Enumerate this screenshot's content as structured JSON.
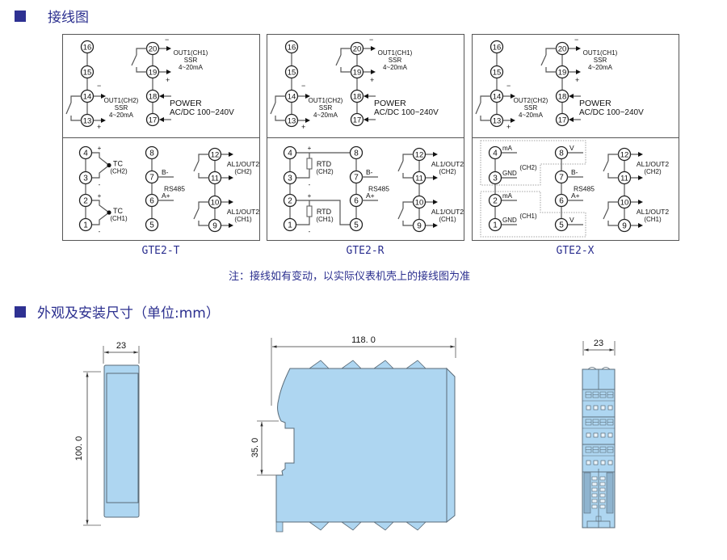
{
  "sections": {
    "wiring_title": "接线图",
    "dimensions_title": "外观及安装尺寸（单位:mm）"
  },
  "note": "注：接线如有变动，以实际仪表机壳上的接线图为准",
  "colors": {
    "brand_blue": "#2e3192",
    "title_text": "#2b2f8f",
    "housing_fill": "#aed6f1",
    "housing_stroke": "#5a6b78",
    "line": "#555555"
  },
  "panels": [
    {
      "model": "GTE2-T",
      "top": {
        "left_terminals": [
          "16",
          "15",
          "14",
          "13"
        ],
        "right_terminals": [
          "20",
          "19",
          "18",
          "17"
        ],
        "out_ch2": [
          "OUT1(CH2)",
          "SSR",
          "4~20mA"
        ],
        "out_ch1": [
          "OUT1(CH1)",
          "SSR",
          "4~20mA"
        ],
        "power": [
          "POWER",
          "AC/DC 100~240V"
        ],
        "minus": "−",
        "plus": "+"
      },
      "bottom": {
        "input_terminals": [
          "4",
          "3",
          "2",
          "1"
        ],
        "comm_terminals": [
          "8",
          "7",
          "6",
          "5"
        ],
        "alarm_terminals": [
          "12",
          "11",
          "10",
          "9"
        ],
        "input_ch2": [
          "TC",
          "(CH2)"
        ],
        "input_ch1": [
          "TC",
          "(CH1)"
        ],
        "b_minus": "B-",
        "a_plus": "A+",
        "rs485": "RS485",
        "alarm_ch2": [
          "AL1/OUT2",
          "(CH2)"
        ],
        "alarm_ch1": [
          "AL1/OUT2",
          "(CH1)"
        ],
        "plus": "+",
        "minus": "-"
      }
    },
    {
      "model": "GTE2-R",
      "top": {
        "left_terminals": [
          "16",
          "15",
          "14",
          "13"
        ],
        "right_terminals": [
          "20",
          "19",
          "18",
          "17"
        ],
        "out_ch2": [
          "OUT1(CH2)",
          "SSR",
          "4~20mA"
        ],
        "out_ch1": [
          "OUT1(CH1)",
          "SSR",
          "4~20mA"
        ],
        "power": [
          "POWER",
          "AC/DC 100~240V"
        ],
        "minus": "−",
        "plus": "+"
      },
      "bottom": {
        "input_terminals": [
          "4",
          "3",
          "2",
          "1"
        ],
        "comm_terminals": [
          "8",
          "7",
          "6",
          "5"
        ],
        "alarm_terminals": [
          "12",
          "11",
          "10",
          "9"
        ],
        "input_ch2": [
          "RTD",
          "(CH2)"
        ],
        "input_ch1": [
          "RTD",
          "(CH1)"
        ],
        "b_minus": "B-",
        "a_plus": "A+",
        "rs485": "RS485",
        "alarm_ch2": [
          "AL1/OUT2",
          "(CH2)"
        ],
        "alarm_ch1": [
          "AL1/OUT2",
          "(CH1)"
        ],
        "plus": "+",
        "minus": "-"
      }
    },
    {
      "model": "GTE2-X",
      "top": {
        "left_terminals": [
          "16",
          "15",
          "14",
          "13"
        ],
        "right_terminals": [
          "20",
          "19",
          "18",
          "17"
        ],
        "out_ch2": [
          "OUT2(CH2)",
          "SSR",
          "4~20mA"
        ],
        "out_ch1": [
          "OUT1(CH1)",
          "SSR",
          "4~20mA"
        ],
        "power": [
          "POWER",
          "AC/DC 100~240V"
        ],
        "minus": "−",
        "plus": "+"
      },
      "bottom": {
        "input_terminals": [
          "4",
          "3",
          "2",
          "1"
        ],
        "comm_terminals": [
          "8",
          "7",
          "6",
          "5"
        ],
        "alarm_terminals": [
          "12",
          "11",
          "10",
          "9"
        ],
        "input_labels": [
          "mA",
          "GND",
          "mA",
          "GND"
        ],
        "ch2": "(CH2)",
        "ch1": "(CH1)",
        "v_label": "V",
        "b_minus": "B-",
        "a_plus": "A+",
        "rs485": "RS485",
        "alarm_ch2": [
          "AL1/OUT2",
          "(CH2)"
        ],
        "alarm_ch1": [
          "AL1/OUT2",
          "(CH1)"
        ]
      }
    }
  ],
  "dimensions": {
    "front_width": "23",
    "front_height": "100. 0",
    "side_length": "118. 0",
    "rail_width": "35. 0",
    "back_width": "23"
  }
}
